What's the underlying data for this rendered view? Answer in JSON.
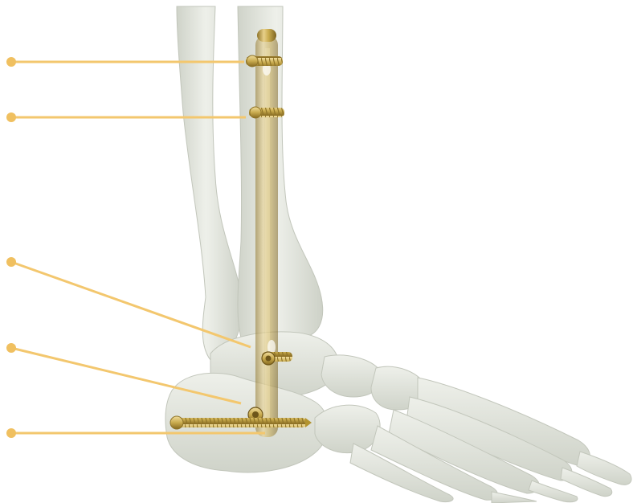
{
  "illustration": {
    "subject": "hindfoot-arthrodesis-nail",
    "colors": {
      "bone_fill": "#e3e6de",
      "bone_shade": "#c9cdc3",
      "bone_edge": "#b7bcb1",
      "implant_gold": "#c9ab4e",
      "implant_light": "#e8d08a",
      "implant_dark": "#8f7428",
      "callout_line": "#f3c76e",
      "callout_dot": "#f0c060",
      "background": "#ffffff"
    }
  },
  "callouts": [
    {
      "id": "proximal-locking-screw-1"
    },
    {
      "id": "proximal-locking-screw-2"
    },
    {
      "id": "tibial-talar-screw"
    },
    {
      "id": "talar-screw"
    },
    {
      "id": "calcaneal-screw"
    }
  ]
}
